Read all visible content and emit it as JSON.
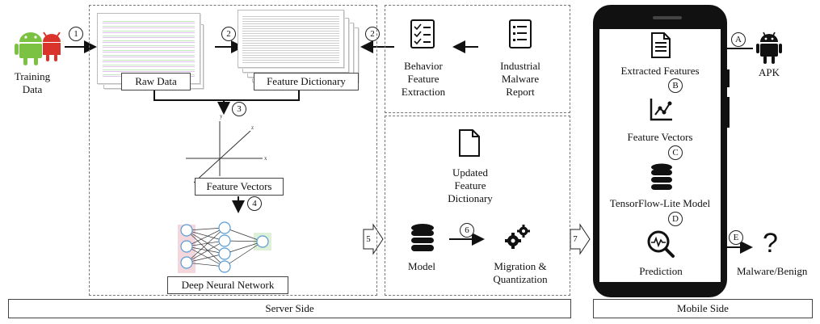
{
  "training": {
    "label_line1": "Training",
    "label_line2": "Data"
  },
  "steps": {
    "s1": "1",
    "s2a": "2",
    "s2b": "2",
    "s3": "3",
    "s4": "4",
    "s5": "5",
    "s6": "6",
    "s7": "7"
  },
  "server": {
    "raw_data": "Raw Data",
    "feature_dictionary": "Feature Dictionary",
    "feature_vectors": "Feature Vectors",
    "dnn": "Deep  Neural Network",
    "footer": "Server Side"
  },
  "extraction": {
    "behavior_line1": "Behavior",
    "behavior_line2": "Feature",
    "behavior_line3": "Extraction",
    "report_line1": "Industrial",
    "report_line2": "Malware",
    "report_line3": "Report"
  },
  "model_panel": {
    "updated_line1": "Updated",
    "updated_line2": "Feature",
    "updated_line3": "Dictionary",
    "model": "Model",
    "migration_line1": "Migration &",
    "migration_line2": "Quantization"
  },
  "mobile": {
    "extracted_features": "Extracted Features",
    "feature_vectors": "Feature Vectors",
    "tflite_model": "TensorFlow-Lite Model",
    "prediction": "Prediction",
    "apk": "APK",
    "result": "Malware/Benign",
    "footer": "Mobile Side",
    "stepA": "A",
    "stepB": "B",
    "stepC": "C",
    "stepD": "D",
    "stepE": "E"
  },
  "colors": {
    "android_green": "#7cc242",
    "malware_red": "#d9332b",
    "dnn_red_bg": "#f4d7dc",
    "dnn_green_bg": "#dff0d8",
    "node_blue": "#5b9bd5"
  }
}
